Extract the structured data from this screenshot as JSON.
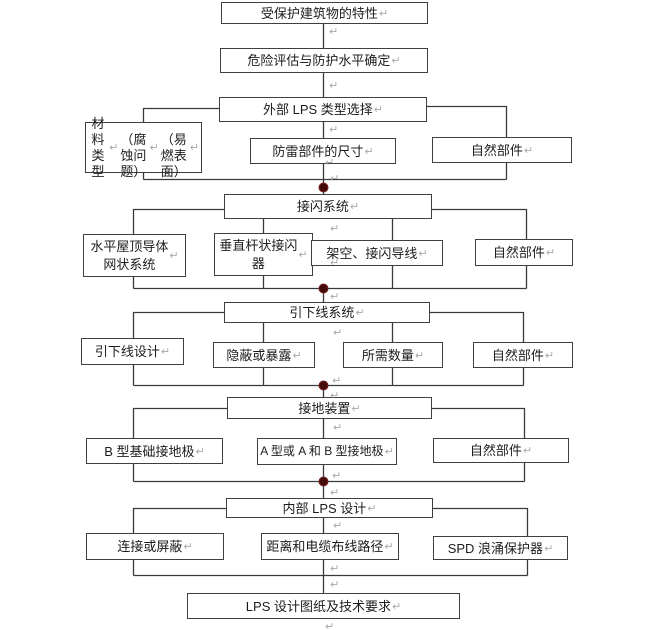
{
  "meta": {
    "return_mark": "↵"
  },
  "colors": {
    "background": "#ffffff",
    "box_border": "#3f3f3f",
    "connector_line": "#3a3a3a",
    "junction_dot": "#450b0b",
    "paragraph_mark": "#a9a9a9",
    "text": "#1c1c1c"
  },
  "nodes": {
    "building_characteristics": "受保护建筑物的特性↵",
    "risk_assessment": "危险评估与防护水平确定↵",
    "external_lps_type": "外部 LPS 类型选择↵",
    "material_type": "材料类型↵\n（腐蚀问题）↵\n（易燃表面）↵",
    "lightning_component_dimensions": "防雷部件的尺寸↵",
    "natural_components_1": "自然部件↵",
    "air_termination_system": "接闪系统↵",
    "horizontal_roof_mesh": "水平屋顶导体\n网状系统↵",
    "vertical_rod_terminal": "垂直杆状接闪\n器↵",
    "overhead_termination_wires": "架空、接闪导线↵",
    "natural_components_2": "自然部件↵",
    "down_conductor_system": "引下线系统↵",
    "down_conductor_design": "引下线设计↵",
    "concealed_or_exposed": "隐蔽或暴露↵",
    "required_quantity": "所需数量↵",
    "natural_components_3": "自然部件↵",
    "earthing_arrangement": "接地装置↵",
    "type_b_foundation_electrode": "B 型基础接地极↵",
    "type_a_or_ab_electrode": "A 型或 A 和 B 型接地极↵",
    "natural_components_4": "自然部件↵",
    "internal_lps_design": "内部 LPS 设计↵",
    "bonding_or_shielding": "连接或屏蔽↵",
    "distance_cable_routing": "距离和电缆布线路径↵",
    "spd_surge_protector": "SPD 浪涌保护器↵",
    "lps_drawings_requirements": "LPS 设计图纸及技术要求↵"
  }
}
